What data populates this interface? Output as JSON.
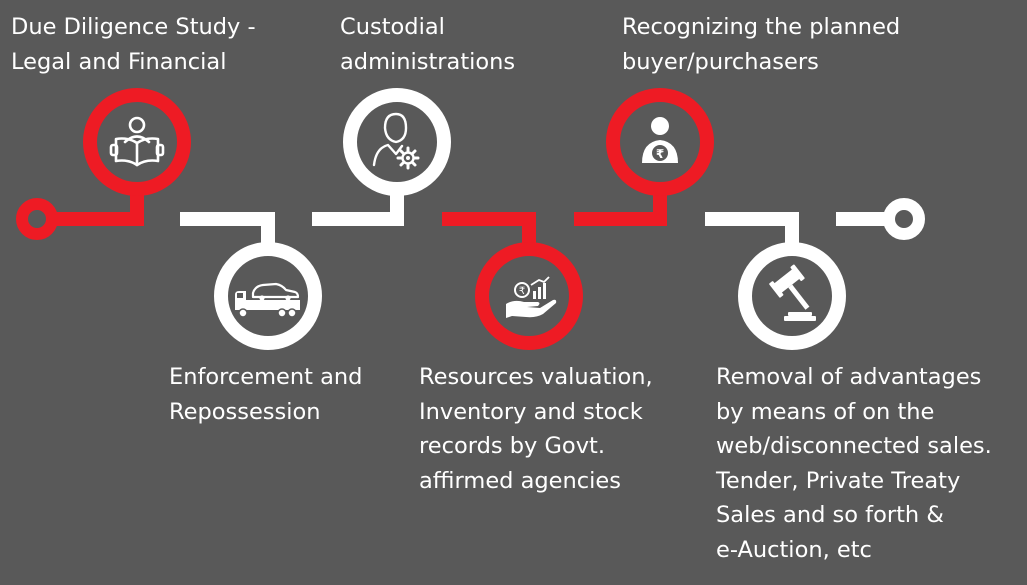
{
  "colors": {
    "background": "#595959",
    "red": "#ee1b24",
    "white": "#ffffff"
  },
  "steps": [
    {
      "icon": "person-reading-book-icon",
      "color": "red",
      "position": "top",
      "lines": [
        "Due Diligence Study -",
        "Legal and Financial"
      ]
    },
    {
      "icon": "tow-truck-car-icon",
      "color": "white",
      "position": "bottom",
      "lines": [
        "Enforcement and",
        "Repossession"
      ]
    },
    {
      "icon": "administrator-gear-icon",
      "color": "white",
      "position": "top",
      "lines": [
        "Custodial",
        "administrations"
      ]
    },
    {
      "icon": "rupee-hand-growth-icon",
      "color": "red",
      "position": "bottom",
      "lines": [
        "Resources valuation,",
        "Inventory and stock",
        "records by Govt.",
        "affirmed agencies"
      ]
    },
    {
      "icon": "rupee-buyer-icon",
      "color": "red",
      "position": "top",
      "lines": [
        "Recognizing the planned",
        "buyer/purchasers"
      ]
    },
    {
      "icon": "auction-gavel-icon",
      "color": "white",
      "position": "bottom",
      "lines": [
        "Removal of advantages",
        "by means of on the",
        "web/disconnected sales.",
        "Tender, Private Treaty",
        "Sales and so forth &",
        "e-Auction, etc"
      ]
    }
  ]
}
